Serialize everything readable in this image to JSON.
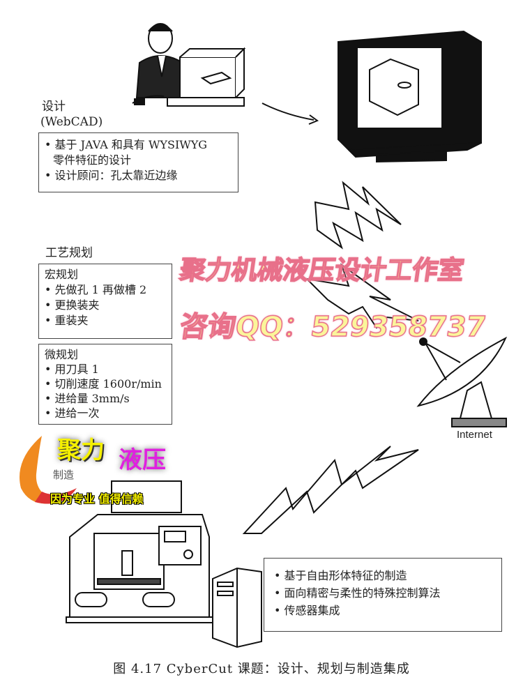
{
  "design": {
    "title": "设计",
    "subtitle": "(WebCAD)",
    "bullets": [
      "• 基于 JAVA 和具有 WYSIWYG",
      "  零件特征的设计",
      "• 设计顾问：孔太靠近边缘"
    ]
  },
  "planning": {
    "title": "工艺规划",
    "macro": {
      "title": "宏规划",
      "items": [
        "• 先做孔 1 再做槽 2",
        "• 更换装夹",
        "• 重装夹"
      ]
    },
    "micro": {
      "title": "微规划",
      "items": [
        "• 用刀具 1",
        "• 切削速度 1600r/min",
        "• 进给量 3mm/s",
        "• 进给一次"
      ]
    }
  },
  "network": {
    "label": "Internet"
  },
  "manufacturing": {
    "title": "制造",
    "bullets": [
      "• 基于自由形体特征的制造",
      "• 面向精密与柔性的特殊控制算法",
      "• 传感器集成"
    ]
  },
  "watermark": {
    "line1": "聚力机械液压设计工作室",
    "line2": "咨询QQ：529358737"
  },
  "logo": {
    "brand_a": "聚力",
    "brand_b": "液压",
    "slogan": "因为专业 值得信赖"
  },
  "caption": "图 4.17   CyberCut 课题：设计、规划与制造集成",
  "colors": {
    "watermark_fill": "#fbf59a",
    "watermark_stroke": "#e8708a",
    "logo_yellow": "#f5f000",
    "logo_magenta": "#e020e0"
  }
}
